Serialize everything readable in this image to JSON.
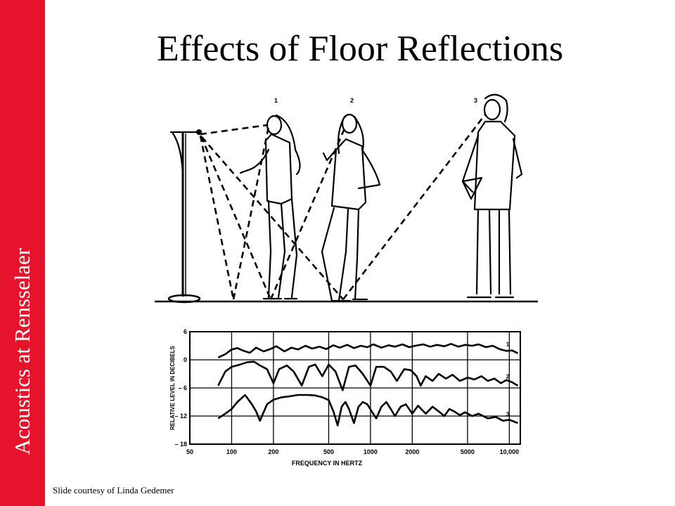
{
  "sidebar": {
    "text": "Acoustics at Rensselaer",
    "color": "#e5132b"
  },
  "title": "Effects of Floor Reflections",
  "credit": "Slide courtesy of Linda Gedemer",
  "scene": {
    "positions": [
      "1",
      "2",
      "3"
    ]
  },
  "chart_data": {
    "type": "line",
    "xlabel": "FREQUENCY IN HERTZ",
    "ylabel": "RELATIVE LEVEL IN DECIBELS",
    "x_scale": "log",
    "xlim": [
      50,
      12000
    ],
    "ylim": [
      -18,
      6
    ],
    "x_ticks": [
      50,
      100,
      200,
      500,
      1000,
      2000,
      5000,
      10000
    ],
    "x_tick_labels": [
      "50",
      "100",
      "200",
      "500",
      "1000",
      "2000",
      "5000",
      "10,000"
    ],
    "y_ticks": [
      6,
      0,
      -6,
      -12,
      -18
    ],
    "y_tick_labels": [
      "6",
      "0",
      "– 6",
      "– 12",
      "– 18"
    ],
    "grid": true,
    "series": [
      {
        "name": "1",
        "x": [
          80,
          90,
          100,
          110,
          120,
          135,
          150,
          170,
          190,
          210,
          240,
          270,
          300,
          340,
          380,
          430,
          480,
          540,
          600,
          680,
          760,
          850,
          950,
          1050,
          1200,
          1350,
          1500,
          1700,
          1900,
          2100,
          2400,
          2700,
          3000,
          3400,
          3800,
          4300,
          4800,
          5400,
          6000,
          6800,
          7600,
          8500,
          9500,
          10500,
          11500
        ],
        "y": [
          0.5,
          1.2,
          2.2,
          2.5,
          2.0,
          1.5,
          2.6,
          1.8,
          2.3,
          2.9,
          1.8,
          2.6,
          2.2,
          3.0,
          2.4,
          2.8,
          2.3,
          3.1,
          2.6,
          3.2,
          2.5,
          3.0,
          2.7,
          3.3,
          2.6,
          3.1,
          2.8,
          3.3,
          2.7,
          3.0,
          3.3,
          2.8,
          3.2,
          2.9,
          3.4,
          2.8,
          3.2,
          3.0,
          3.3,
          2.7,
          3.0,
          2.3,
          1.9,
          2.0,
          1.4
        ]
      },
      {
        "name": "2",
        "x": [
          80,
          90,
          100,
          115,
          130,
          145,
          160,
          180,
          200,
          220,
          250,
          280,
          320,
          360,
          400,
          450,
          500,
          560,
          630,
          700,
          780,
          880,
          1000,
          1100,
          1250,
          1400,
          1550,
          1750,
          1950,
          2150,
          2300,
          2500,
          2800,
          3100,
          3500,
          3900,
          4400,
          5000,
          5600,
          6300,
          7000,
          7800,
          8700,
          9500,
          10500,
          11500
        ],
        "y": [
          -5.5,
          -2.5,
          -1.5,
          -1.0,
          -0.5,
          -0.4,
          -1.2,
          -2.0,
          -5.0,
          -2.0,
          -1.2,
          -2.5,
          -5.5,
          -1.5,
          -1.0,
          -3.5,
          -1.0,
          -2.5,
          -6.5,
          -1.5,
          -1.2,
          -3.0,
          -5.5,
          -1.5,
          -1.5,
          -2.5,
          -4.5,
          -2.0,
          -2.2,
          -3.5,
          -5.5,
          -3.5,
          -4.5,
          -3.0,
          -4.0,
          -3.2,
          -4.5,
          -3.8,
          -4.2,
          -3.5,
          -4.5,
          -4.0,
          -5.0,
          -4.3,
          -4.8,
          -5.5
        ]
      },
      {
        "name": "3",
        "x": [
          80,
          90,
          100,
          110,
          125,
          140,
          150,
          160,
          180,
          200,
          230,
          260,
          300,
          350,
          400,
          450,
          500,
          540,
          580,
          620,
          660,
          700,
          760,
          820,
          880,
          950,
          1020,
          1100,
          1200,
          1300,
          1400,
          1500,
          1650,
          1800,
          2000,
          2200,
          2500,
          2800,
          3100,
          3400,
          3700,
          4000,
          4400,
          4800,
          5400,
          6000,
          7000,
          8000,
          9000,
          10000,
          11500
        ],
        "y": [
          -12.5,
          -11.5,
          -10.5,
          -9.0,
          -7.5,
          -9.5,
          -11.0,
          -13.0,
          -9.5,
          -8.5,
          -8.0,
          -7.8,
          -7.5,
          -7.5,
          -7.6,
          -8.0,
          -8.6,
          -11.0,
          -14.0,
          -10.0,
          -9.0,
          -10.5,
          -13.5,
          -10.0,
          -9.0,
          -9.5,
          -11.0,
          -12.5,
          -10.0,
          -9.0,
          -10.5,
          -12.0,
          -10.0,
          -9.5,
          -11.5,
          -9.8,
          -11.5,
          -10.0,
          -11.0,
          -12.0,
          -10.5,
          -11.0,
          -11.8,
          -11.2,
          -12.0,
          -11.5,
          -12.5,
          -12.2,
          -13.0,
          -12.8,
          -13.5
        ]
      }
    ]
  }
}
